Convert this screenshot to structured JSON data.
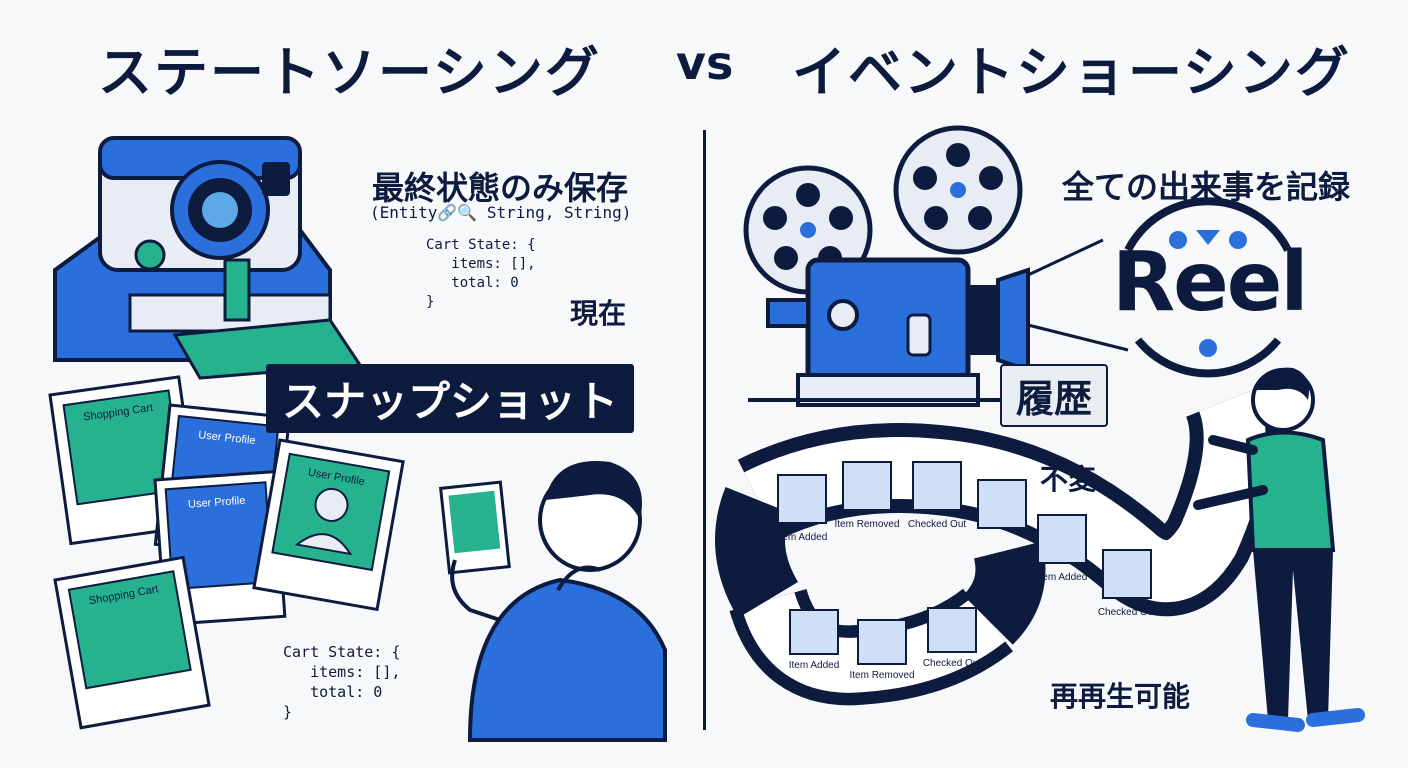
{
  "title": {
    "left": "ステートソーシング",
    "vs": "vs",
    "right": "イベントショーシング"
  },
  "left": {
    "heading": "最終状態のみ保存",
    "signature": "(Entity🔗🔍 String, String)",
    "code_top": "Cart State: {\n   items: [],\n   total: 0\n}",
    "current_label": "現在",
    "snapshot_banner": "スナップショット",
    "code_bottom": "Cart State: {\n   items: [],\n   total: 0\n}",
    "photos": [
      "Shopping Cart",
      "User Profile",
      "User Profile",
      "User Profile",
      "Shopping Cart"
    ]
  },
  "right": {
    "heading": "全ての出来事を記録",
    "logo": "Reel",
    "history_tag": "履歴",
    "immutable_label": "不変",
    "replay_label": "再再生可能",
    "frames_top": [
      "Item Added",
      "Item Removed",
      "Checked Out",
      "",
      "Item Added",
      "Checked Out"
    ],
    "frames_bottom": [
      "Item Added",
      "Item Removed",
      "Checked Out"
    ]
  },
  "colors": {
    "navy": "#0d1b3e",
    "blue": "#2a6fdb",
    "teal": "#27b28f",
    "light_blue": "#cfe0f6"
  }
}
